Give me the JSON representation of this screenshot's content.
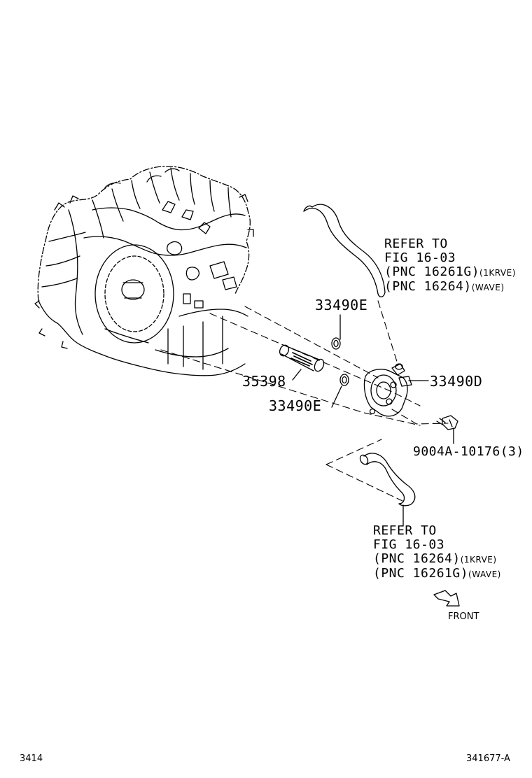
{
  "parts": {
    "hose_upper_ref": {
      "line1": "REFER TO",
      "line2": "FIG 16-03",
      "line3_main": "(PNC 16261G)",
      "line3_note": "(1KRVE)",
      "line4_main": "(PNC 16264)",
      "line4_note": "(WAVE)"
    },
    "gasket_upper": "33490E",
    "pipe": "35398",
    "cooler": "33490D",
    "gasket_lower": "33490E",
    "bolt": "9004A-10176(3)",
    "hose_lower_ref": {
      "line1": "REFER TO",
      "line2": "FIG 16-03",
      "line3_main": "(PNC 16264)",
      "line3_note": "(1KRVE)",
      "line4_main": "(PNC 16261G)",
      "line4_note": "(WAVE)"
    }
  },
  "front_label": "FRONT",
  "footer": {
    "left_code": "3414",
    "right_code": "341677-A"
  }
}
